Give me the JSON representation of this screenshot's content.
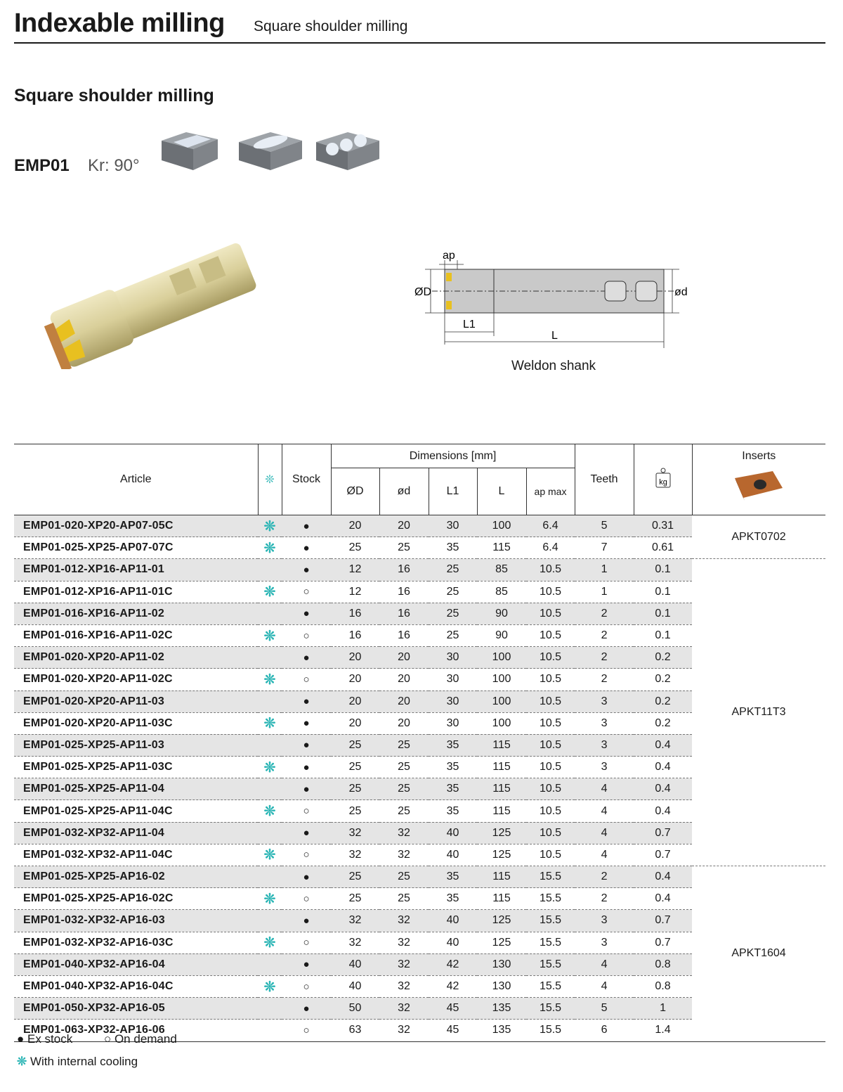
{
  "header": {
    "title": "Indexable milling",
    "subtitle": "Square shoulder milling"
  },
  "section_title": "Square shoulder milling",
  "model": {
    "name": "EMP01",
    "kr": "Kr: 90°"
  },
  "drawing": {
    "ap": "ap",
    "D": "ØD",
    "d": "ød",
    "L1": "L1",
    "L": "L",
    "caption": "Weldon shank"
  },
  "table": {
    "headers": {
      "article": "Article",
      "cooling": "❊",
      "stock": "Stock",
      "dimensions": "Dimensions [mm]",
      "D": "ØD",
      "d": "ød",
      "L1": "L1",
      "L": "L",
      "ap": "ap max",
      "teeth": "Teeth",
      "weight": "kg",
      "inserts": "Inserts"
    },
    "rows": [
      {
        "article": "EMP01-020-XP20-AP07-05C",
        "cool": "❊",
        "stock": "●",
        "D": "20",
        "d": "20",
        "L1": "30",
        "L": "100",
        "ap": "6.4",
        "teeth": "5",
        "w": "0.31"
      },
      {
        "article": "EMP01-025-XP25-AP07-07C",
        "cool": "❊",
        "stock": "●",
        "D": "25",
        "d": "25",
        "L1": "35",
        "L": "115",
        "ap": "6.4",
        "teeth": "7",
        "w": "0.61"
      },
      {
        "article": "EMP01-012-XP16-AP11-01",
        "cool": "",
        "stock": "●",
        "D": "12",
        "d": "16",
        "L1": "25",
        "L": "85",
        "ap": "10.5",
        "teeth": "1",
        "w": "0.1"
      },
      {
        "article": "EMP01-012-XP16-AP11-01C",
        "cool": "❊",
        "stock": "○",
        "D": "12",
        "d": "16",
        "L1": "25",
        "L": "85",
        "ap": "10.5",
        "teeth": "1",
        "w": "0.1"
      },
      {
        "article": "EMP01-016-XP16-AP11-02",
        "cool": "",
        "stock": "●",
        "D": "16",
        "d": "16",
        "L1": "25",
        "L": "90",
        "ap": "10.5",
        "teeth": "2",
        "w": "0.1"
      },
      {
        "article": "EMP01-016-XP16-AP11-02C",
        "cool": "❊",
        "stock": "○",
        "D": "16",
        "d": "16",
        "L1": "25",
        "L": "90",
        "ap": "10.5",
        "teeth": "2",
        "w": "0.1"
      },
      {
        "article": "EMP01-020-XP20-AP11-02",
        "cool": "",
        "stock": "●",
        "D": "20",
        "d": "20",
        "L1": "30",
        "L": "100",
        "ap": "10.5",
        "teeth": "2",
        "w": "0.2"
      },
      {
        "article": "EMP01-020-XP20-AP11-02C",
        "cool": "❊",
        "stock": "○",
        "D": "20",
        "d": "20",
        "L1": "30",
        "L": "100",
        "ap": "10.5",
        "teeth": "2",
        "w": "0.2"
      },
      {
        "article": "EMP01-020-XP20-AP11-03",
        "cool": "",
        "stock": "●",
        "D": "20",
        "d": "20",
        "L1": "30",
        "L": "100",
        "ap": "10.5",
        "teeth": "3",
        "w": "0.2"
      },
      {
        "article": "EMP01-020-XP20-AP11-03C",
        "cool": "❊",
        "stock": "●",
        "D": "20",
        "d": "20",
        "L1": "30",
        "L": "100",
        "ap": "10.5",
        "teeth": "3",
        "w": "0.2"
      },
      {
        "article": "EMP01-025-XP25-AP11-03",
        "cool": "",
        "stock": "●",
        "D": "25",
        "d": "25",
        "L1": "35",
        "L": "115",
        "ap": "10.5",
        "teeth": "3",
        "w": "0.4"
      },
      {
        "article": "EMP01-025-XP25-AP11-03C",
        "cool": "❊",
        "stock": "●",
        "D": "25",
        "d": "25",
        "L1": "35",
        "L": "115",
        "ap": "10.5",
        "teeth": "3",
        "w": "0.4"
      },
      {
        "article": "EMP01-025-XP25-AP11-04",
        "cool": "",
        "stock": "●",
        "D": "25",
        "d": "25",
        "L1": "35",
        "L": "115",
        "ap": "10.5",
        "teeth": "4",
        "w": "0.4"
      },
      {
        "article": "EMP01-025-XP25-AP11-04C",
        "cool": "❊",
        "stock": "○",
        "D": "25",
        "d": "25",
        "L1": "35",
        "L": "115",
        "ap": "10.5",
        "teeth": "4",
        "w": "0.4"
      },
      {
        "article": "EMP01-032-XP32-AP11-04",
        "cool": "",
        "stock": "●",
        "D": "32",
        "d": "32",
        "L1": "40",
        "L": "125",
        "ap": "10.5",
        "teeth": "4",
        "w": "0.7"
      },
      {
        "article": "EMP01-032-XP32-AP11-04C",
        "cool": "❊",
        "stock": "○",
        "D": "32",
        "d": "32",
        "L1": "40",
        "L": "125",
        "ap": "10.5",
        "teeth": "4",
        "w": "0.7"
      },
      {
        "article": "EMP01-025-XP25-AP16-02",
        "cool": "",
        "stock": "●",
        "D": "25",
        "d": "25",
        "L1": "35",
        "L": "115",
        "ap": "15.5",
        "teeth": "2",
        "w": "0.4"
      },
      {
        "article": "EMP01-025-XP25-AP16-02C",
        "cool": "❊",
        "stock": "○",
        "D": "25",
        "d": "25",
        "L1": "35",
        "L": "115",
        "ap": "15.5",
        "teeth": "2",
        "w": "0.4"
      },
      {
        "article": "EMP01-032-XP32-AP16-03",
        "cool": "",
        "stock": "●",
        "D": "32",
        "d": "32",
        "L1": "40",
        "L": "125",
        "ap": "15.5",
        "teeth": "3",
        "w": "0.7"
      },
      {
        "article": "EMP01-032-XP32-AP16-03C",
        "cool": "❊",
        "stock": "○",
        "D": "32",
        "d": "32",
        "L1": "40",
        "L": "125",
        "ap": "15.5",
        "teeth": "3",
        "w": "0.7"
      },
      {
        "article": "EMP01-040-XP32-AP16-04",
        "cool": "",
        "stock": "●",
        "D": "40",
        "d": "32",
        "L1": "42",
        "L": "130",
        "ap": "15.5",
        "teeth": "4",
        "w": "0.8"
      },
      {
        "article": "EMP01-040-XP32-AP16-04C",
        "cool": "❊",
        "stock": "○",
        "D": "40",
        "d": "32",
        "L1": "42",
        "L": "130",
        "ap": "15.5",
        "teeth": "4",
        "w": "0.8"
      },
      {
        "article": "EMP01-050-XP32-AP16-05",
        "cool": "",
        "stock": "●",
        "D": "50",
        "d": "32",
        "L1": "45",
        "L": "135",
        "ap": "15.5",
        "teeth": "5",
        "w": "1"
      },
      {
        "article": "EMP01-063-XP32-AP16-06",
        "cool": "",
        "stock": "○",
        "D": "63",
        "d": "32",
        "L1": "45",
        "L": "135",
        "ap": "15.5",
        "teeth": "6",
        "w": "1.4"
      }
    ],
    "insert_groups": [
      {
        "name": "APKT0702",
        "rows": 2
      },
      {
        "name": "APKT11T3",
        "rows": 14
      },
      {
        "name": "APKT1604",
        "rows": 8
      }
    ]
  },
  "legend": {
    "ex_stock": "● Ex stock",
    "on_demand": "○ On demand",
    "cooling": "With internal cooling"
  },
  "colors": {
    "cooling": "#2bb5b5",
    "row_alt": "#e5e5e5",
    "tool_gold": "#d9cf9a"
  }
}
